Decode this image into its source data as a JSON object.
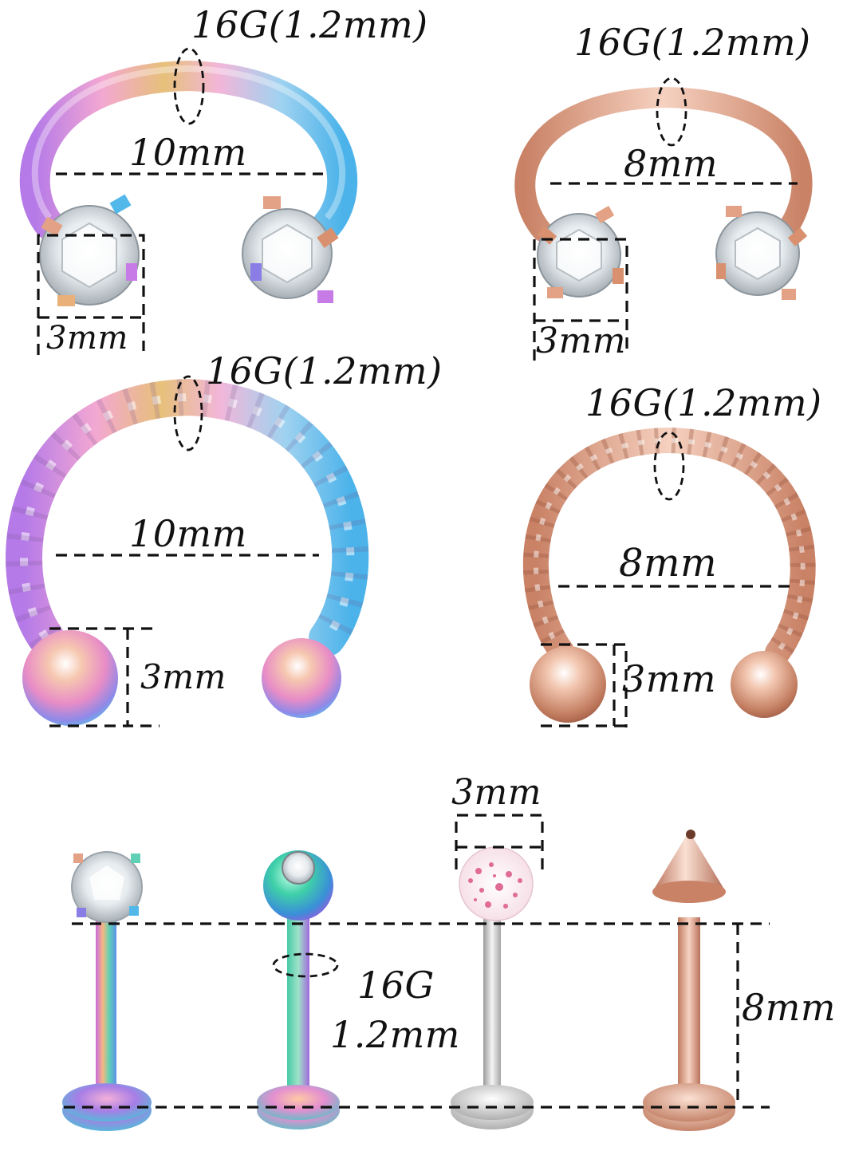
{
  "palette": {
    "rainbow": [
      "#c77be6",
      "#f0a8d8",
      "#e9c27a",
      "#9fd0ee",
      "#52b8ea",
      "#8a7ee6"
    ],
    "rose_gold": [
      "#f4c6b1",
      "#e3a285",
      "#b96e55"
    ],
    "silver": [
      "#f2f2f2",
      "#bcbcbc",
      "#8e8e8e"
    ],
    "green_iridescent": [
      "#4fd3b0",
      "#3aa6d8",
      "#9b6fe0"
    ]
  },
  "items": {
    "horseshoe_gem_rainbow": {
      "gauge_label": "16G(1.2mm)",
      "diameter_label": "10mm",
      "ball_label": "3mm"
    },
    "horseshoe_gem_rosegold": {
      "gauge_label": "16G(1.2mm)",
      "diameter_label": "8mm",
      "ball_label": "3mm"
    },
    "horseshoe_twisted_rainbow": {
      "gauge_label": "16G(1.2mm)",
      "diameter_label": "10mm",
      "ball_label": "3mm"
    },
    "horseshoe_twisted_rosegold": {
      "gauge_label": "16G(1.2mm)",
      "diameter_label": "8mm",
      "ball_label": "3mm"
    },
    "labrets": {
      "top_size_label": "3mm",
      "gauge_line1": "16G",
      "gauge_line2": "1.2mm",
      "length_label": "8mm"
    }
  }
}
